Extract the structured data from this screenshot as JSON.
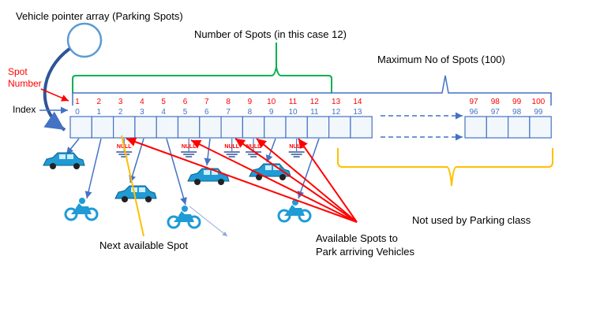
{
  "labels": {
    "vehicle_array": "Vehicle pointer array  (Parking Spots)",
    "number_of_spots": "Number of Spots (in this case 12)",
    "max_spots": "Maximum No of Spots (100)",
    "spot_label_line1": "Spot",
    "spot_label_line2": "Number",
    "index": "Index",
    "not_used": "Not used by Parking class",
    "next_available": "Next available Spot",
    "available_line1": "Available Spots to",
    "available_line2": "Park arriving Vehicles",
    "null": "NULL"
  },
  "spot_numbers": [
    "1",
    "2",
    "3",
    "4",
    "5",
    "6",
    "7",
    "8",
    "9",
    "10",
    "11",
    "12",
    "13",
    "14"
  ],
  "spot_numbers_end": [
    "97",
    "98",
    "99",
    "100"
  ],
  "indexes": [
    "0",
    "1",
    "2",
    "3",
    "4",
    "5",
    "6",
    "7",
    "8",
    "9",
    "10",
    "11",
    "12",
    "13"
  ],
  "indexes_end": [
    "96",
    "97",
    "98",
    "99"
  ],
  "null_indexes": [
    2,
    5,
    7,
    8,
    10
  ],
  "colors": {
    "blue": "#4472c4",
    "red": "#ff0000",
    "green": "#00b050",
    "yellow": "#ffc000",
    "cell_fill": "#f2f7fc",
    "car": "#1f9bd6"
  }
}
